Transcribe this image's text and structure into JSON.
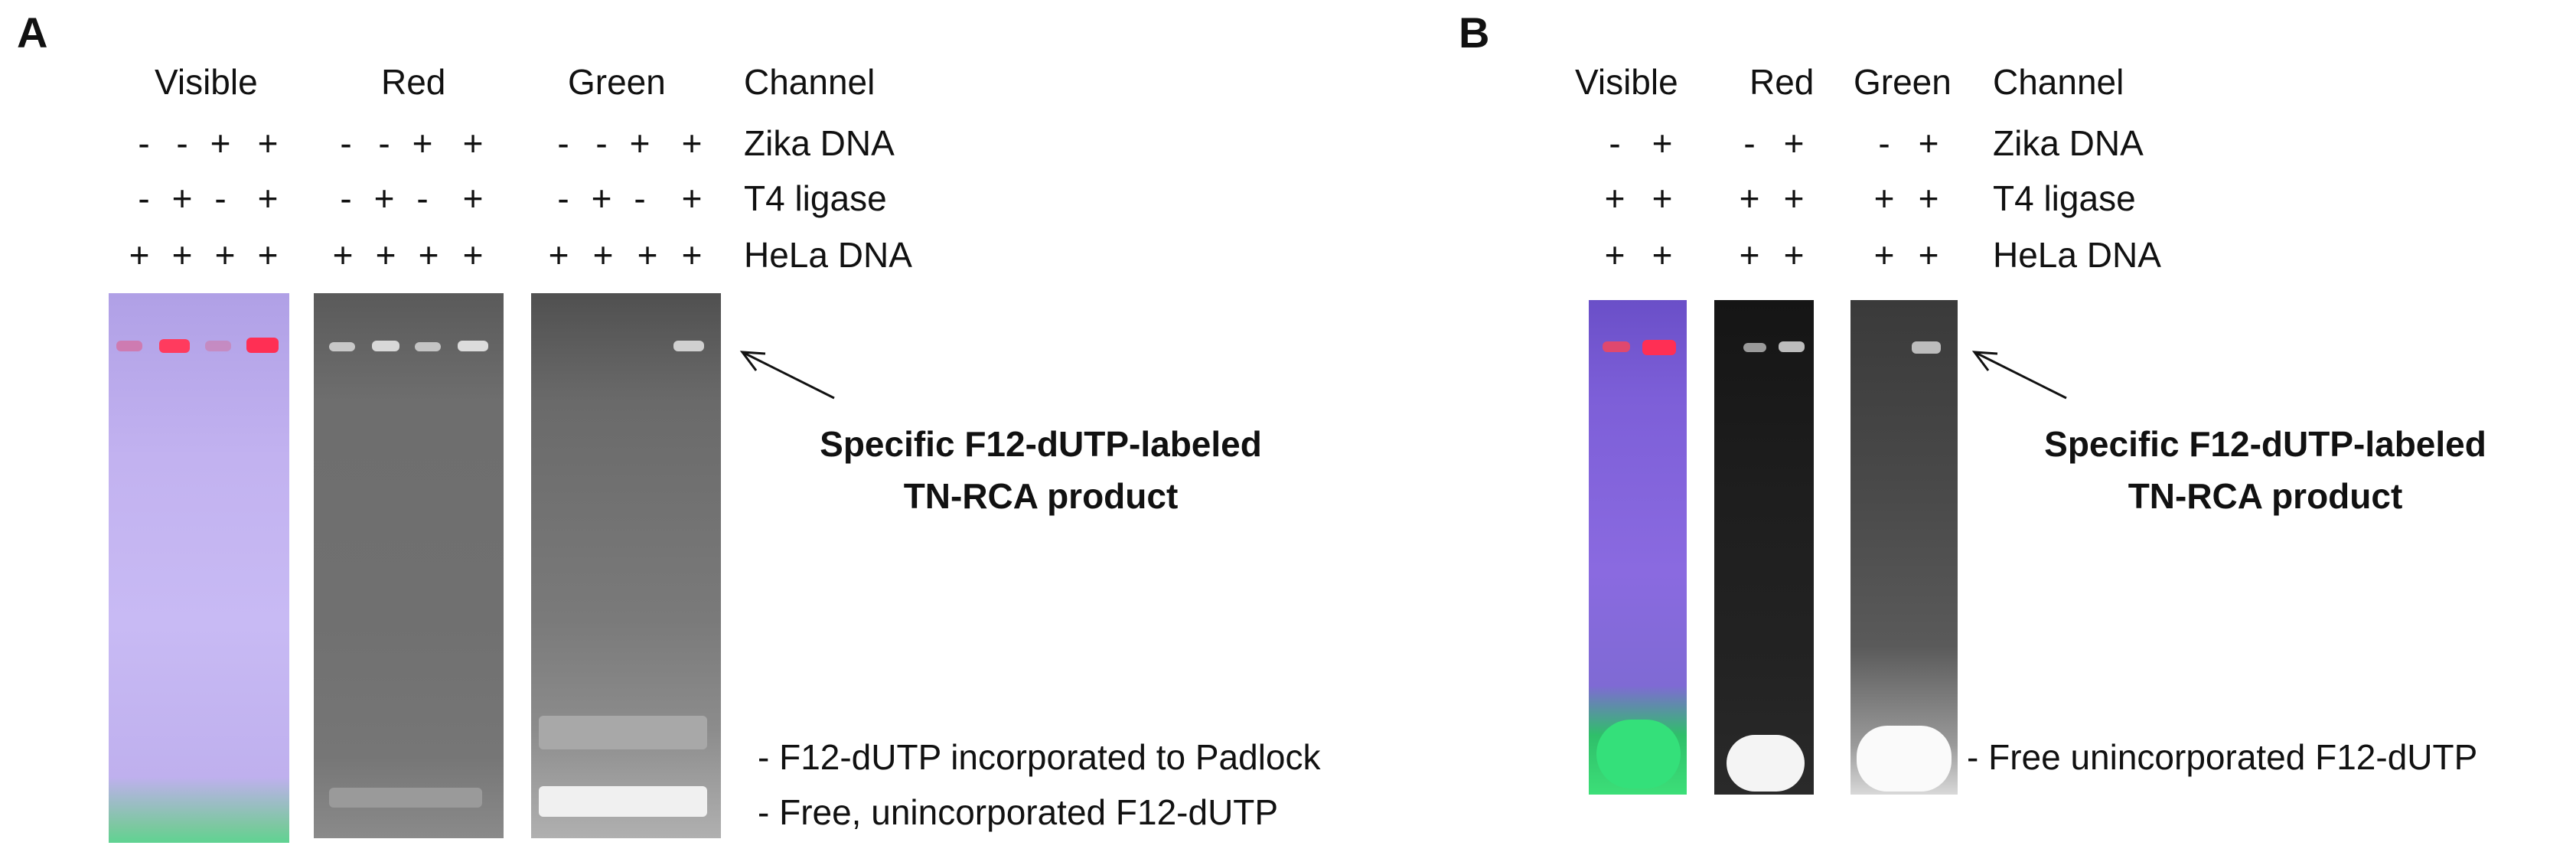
{
  "panelA": {
    "letter": "A",
    "channels": [
      "Visible",
      "Red",
      "Green"
    ],
    "header_channel": "Channel",
    "row_labels": [
      "Zika DNA",
      "T4 ligase",
      "HeLa DNA"
    ],
    "zika": [
      "-",
      "-",
      "+",
      "+"
    ],
    "t4": [
      "-",
      "+",
      "-",
      "+"
    ],
    "hela": [
      "+",
      "+",
      "+",
      "+"
    ],
    "product_label_line1": "Specific F12-dUTP-labeled",
    "product_label_line2": "TN-RCA product",
    "note1": "- F12-dUTP incorporated to Padlock",
    "note2": "- Free, unincorporated F12-dUTP"
  },
  "panelB": {
    "letter": "B",
    "channels": [
      "Visible",
      "Red",
      "Green"
    ],
    "header_channel": "Channel",
    "row_labels": [
      "Zika DNA",
      "T4 ligase",
      "HeLa DNA"
    ],
    "zika": [
      "-",
      "+"
    ],
    "t4": [
      "+",
      "+"
    ],
    "hela": [
      "+",
      "+"
    ],
    "product_label_line1": "Specific F12-dUTP-labeled",
    "product_label_line2": "TN-RCA product",
    "note1": "- Free unincorporated F12-dUTP"
  },
  "colors": {
    "visible_gel": "#b9a8ec",
    "red_gel": "#6e6e6e",
    "green_gel": "#767676",
    "band_red": "#ff3b4a",
    "band_green": "#34e07a"
  }
}
